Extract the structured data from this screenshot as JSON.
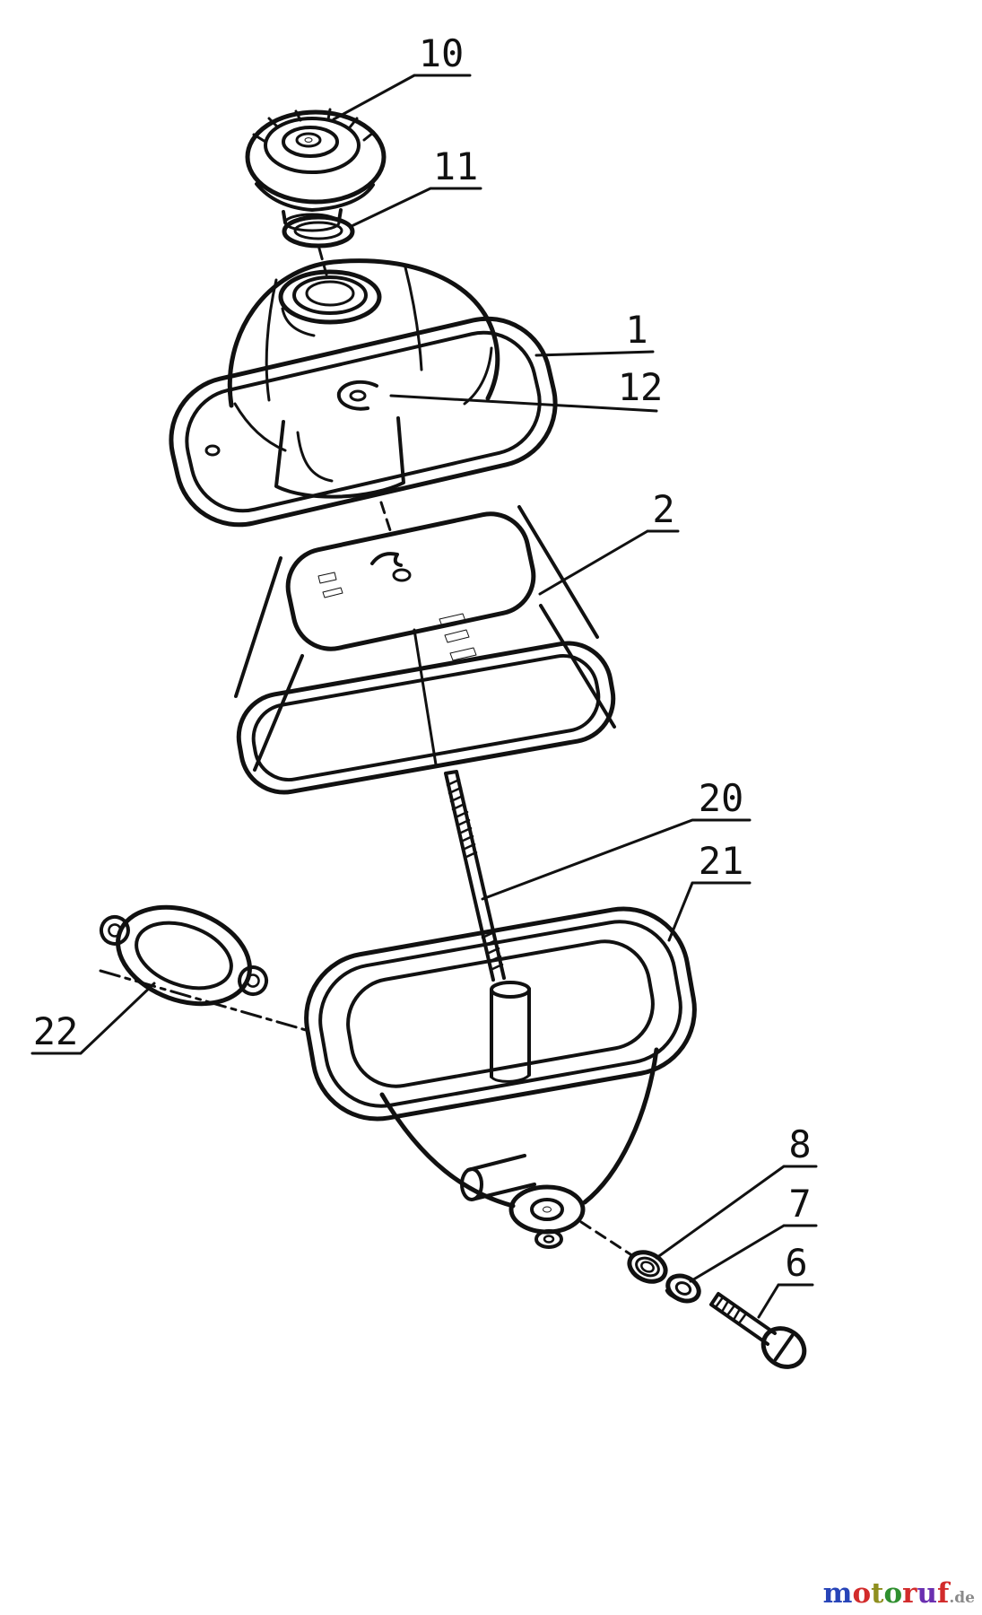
{
  "style": {
    "line_color": "#111111",
    "background": "#ffffff"
  },
  "callouts": [
    {
      "number": "10"
    },
    {
      "number": "11"
    },
    {
      "number": "1"
    },
    {
      "number": "12"
    },
    {
      "number": "2"
    },
    {
      "number": "20"
    },
    {
      "number": "21"
    },
    {
      "number": "22"
    },
    {
      "number": "8"
    },
    {
      "number": "7"
    },
    {
      "number": "6"
    }
  ],
  "watermark": {
    "letters": [
      {
        "char": "m",
        "color": "#2744b8"
      },
      {
        "char": "o",
        "color": "#d22b2b"
      },
      {
        "char": "t",
        "color": "#8f8f1f"
      },
      {
        "char": "o",
        "color": "#2f8f2f"
      },
      {
        "char": "r",
        "color": "#d22b2b"
      },
      {
        "char": "u",
        "color": "#6a2fb0"
      },
      {
        "char": "f",
        "color": "#d22b2b"
      }
    ],
    "suffix": ".de",
    "suffix_color": "#8a8a8a"
  }
}
